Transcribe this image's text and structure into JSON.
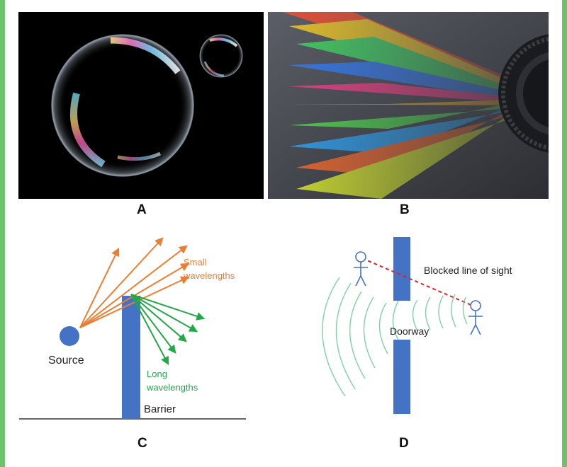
{
  "panels": {
    "a": {
      "label": "A"
    },
    "b": {
      "label": "B"
    },
    "c": {
      "label": "C",
      "source_label": "Source",
      "small_wavelengths_label": [
        "Small",
        "wavelengths"
      ],
      "long_wavelengths_label": [
        "Long",
        "wavelengths"
      ],
      "barrier_label": "Barrier"
    },
    "d": {
      "label": "D",
      "blocked_line_label": "Blocked line of sight",
      "doorway_label": "Doorway"
    }
  },
  "colors": {
    "background_border": "#6cc36a",
    "barrier_blue": "#4472c4",
    "orange_rays": "#ed7d31",
    "green_rays": "#22a849",
    "sound_waves": "#7fd1a4",
    "sight_line_red": "#e0202a"
  }
}
